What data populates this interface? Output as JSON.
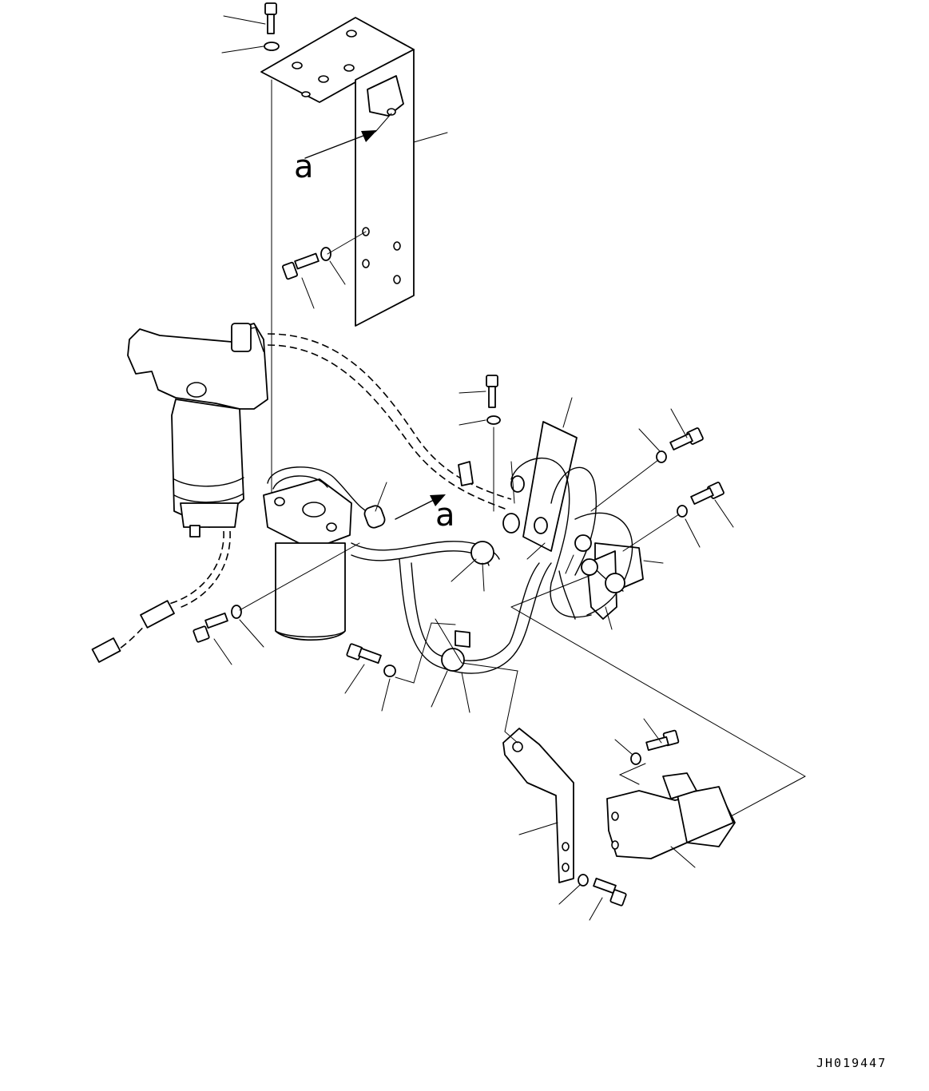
{
  "diagram": {
    "view_labels": [
      "a",
      "a"
    ],
    "drawing_code": "JH019447"
  }
}
